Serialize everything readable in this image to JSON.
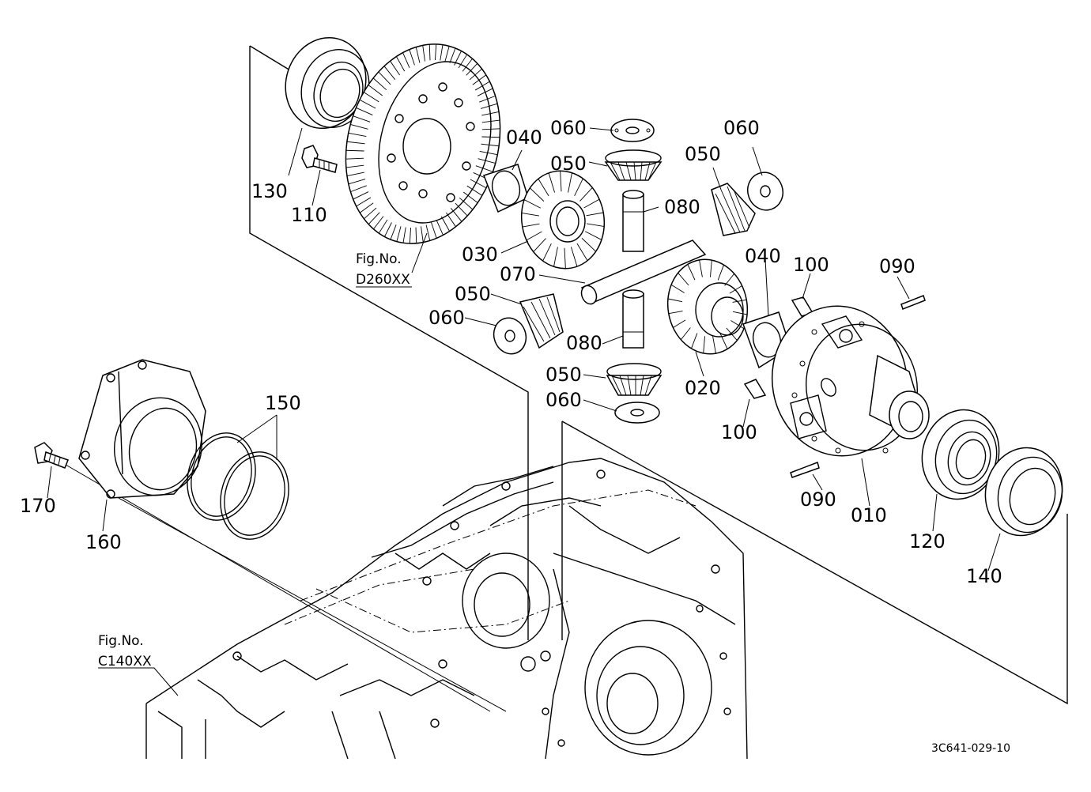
{
  "part_labels": {
    "p130": "130",
    "p110": "110",
    "p040a": "040",
    "p060a": "060",
    "p050a": "050",
    "p060b": "060",
    "p050b": "050",
    "p080a": "080",
    "p030": "030",
    "p070": "070",
    "p040b": "040",
    "p100a": "100",
    "p090a": "090",
    "p050c": "050",
    "p060c": "060",
    "p080b": "080",
    "p020": "020",
    "p050d": "050",
    "p060d": "060",
    "p100b": "100",
    "p150": "150",
    "p170": "170",
    "p160": "160",
    "p090b": "090",
    "p010": "010",
    "p120": "120",
    "p140": "140"
  },
  "figure_refs": {
    "ref1_label": "Fig.No.",
    "ref1_code": "D260XX",
    "ref2_label": "Fig.No.",
    "ref2_code": "C140XX"
  },
  "diagram_code": "3C641-029-10"
}
